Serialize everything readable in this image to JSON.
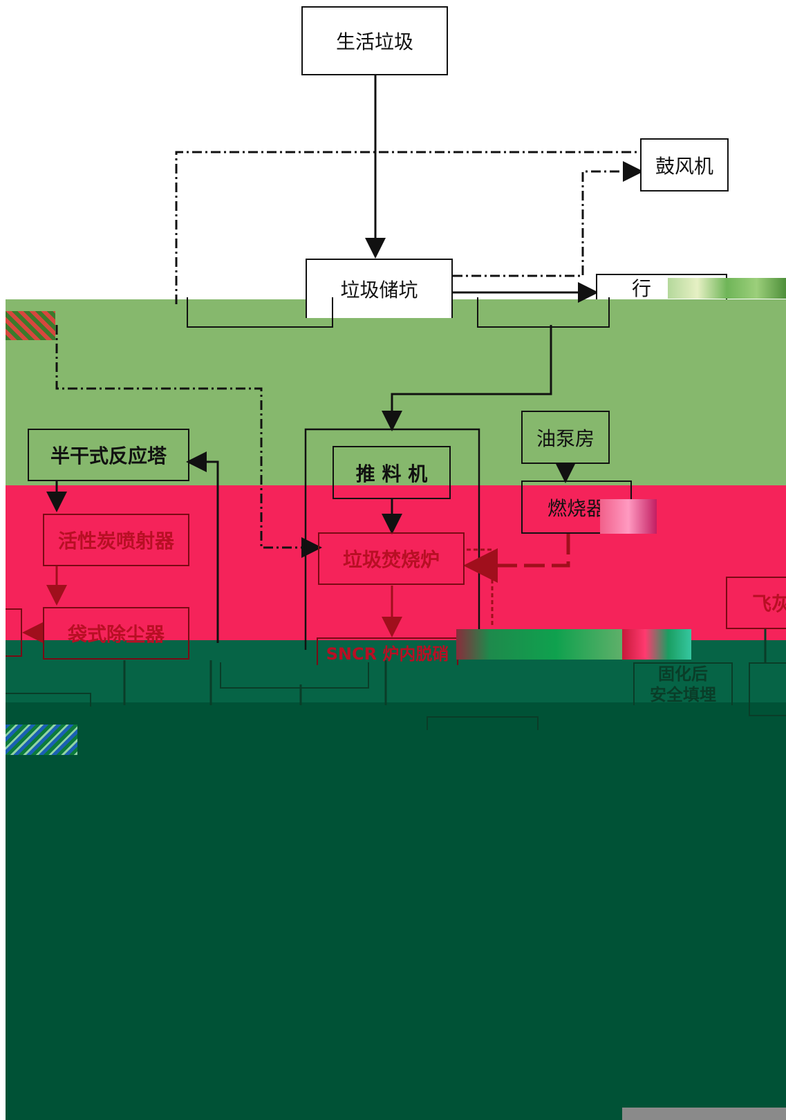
{
  "diagram": {
    "nodes": {
      "domestic_waste": "生活垃圾",
      "blower": "鼓风机",
      "waste_pit": "垃圾储坑",
      "crane_partial": "行",
      "oil_pump_room": "油泵房",
      "burner": "燃烧器",
      "pusher": "推 料 机",
      "incinerator": "垃圾焚烧炉",
      "semi_dry_tower": "半干式反应塔",
      "activated_carbon_injector": "活性炭喷射器",
      "bag_filter": "袋式除尘器",
      "sncr_partial": "SNCR 炉内脱硝",
      "fly_ash_partial": "飞灰",
      "solidified_partial": "固化后",
      "safe_landfill_partial": "安全填埋"
    }
  },
  "colors": {
    "green_band": "#86b86d",
    "red_band": "#f5235a",
    "dark_band": "#066446",
    "darker_band": "#005236",
    "line": "#111111",
    "red_line": "#a00f1c"
  }
}
